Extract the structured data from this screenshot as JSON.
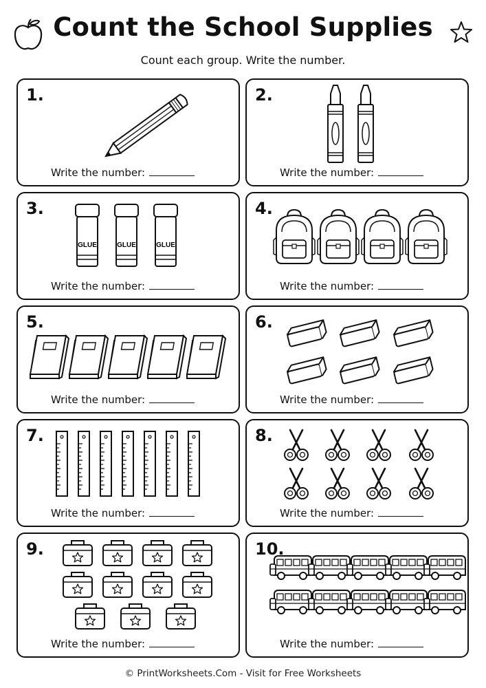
{
  "header": {
    "title": "Count the School Supplies",
    "subtitle": "Count each group. Write the number.",
    "left_icon": "apple-icon",
    "right_icon": "star-icon"
  },
  "answer_prompt": "Write the number:",
  "problems": [
    {
      "number": "1.",
      "item": "pencil",
      "count": 1
    },
    {
      "number": "2.",
      "item": "crayon",
      "count": 2
    },
    {
      "number": "3.",
      "item": "glue-stick",
      "count": 3,
      "label": "GLUE"
    },
    {
      "number": "4.",
      "item": "backpack",
      "count": 4
    },
    {
      "number": "5.",
      "item": "book",
      "count": 5
    },
    {
      "number": "6.",
      "item": "eraser",
      "count": 6
    },
    {
      "number": "7.",
      "item": "ruler",
      "count": 7
    },
    {
      "number": "8.",
      "item": "scissors",
      "count": 8
    },
    {
      "number": "9.",
      "item": "lunch-box",
      "count": 11
    },
    {
      "number": "10.",
      "item": "school-bus",
      "count": 10
    }
  ],
  "footer": "© PrintWorksheets.Com - Visit for Free Worksheets"
}
